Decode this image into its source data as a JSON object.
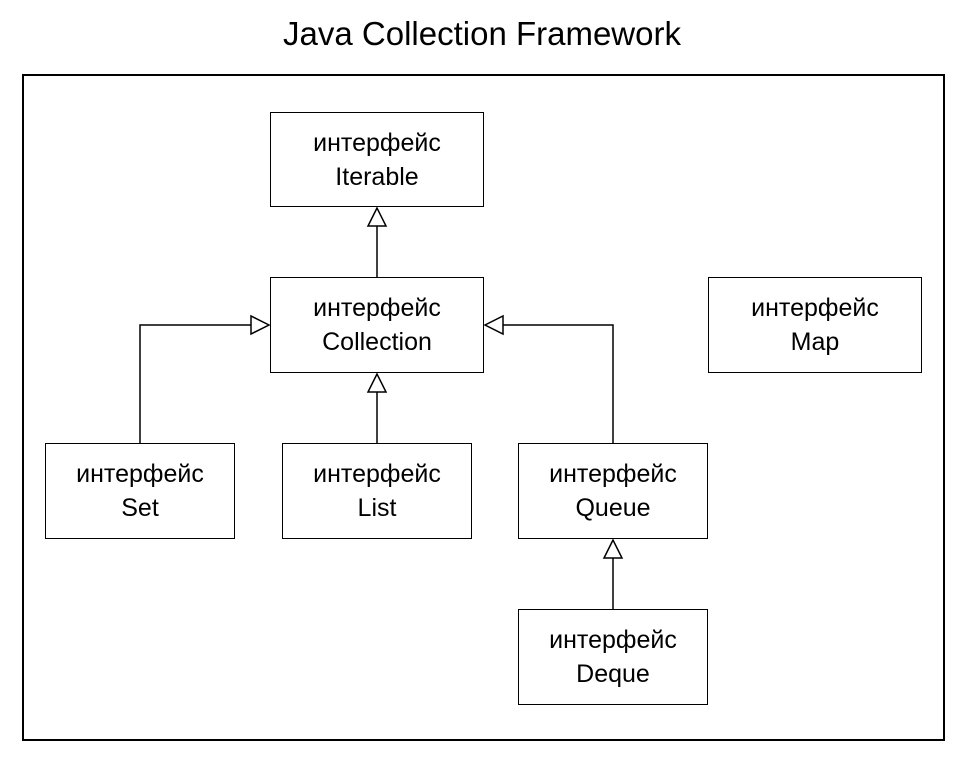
{
  "title": "Java Collection Framework",
  "nodes": {
    "iterable": {
      "kind": "интерфейс",
      "name": "Iterable"
    },
    "collection": {
      "kind": "интерфейс",
      "name": "Collection"
    },
    "map": {
      "kind": "интерфейс",
      "name": "Map"
    },
    "set": {
      "kind": "интерфейс",
      "name": "Set"
    },
    "list": {
      "kind": "интерфейс",
      "name": "List"
    },
    "queue": {
      "kind": "интерфейс",
      "name": "Queue"
    },
    "deque": {
      "kind": "интерфейс",
      "name": "Deque"
    }
  },
  "edges": [
    {
      "from": "collection",
      "to": "iterable",
      "relation": "extends"
    },
    {
      "from": "set",
      "to": "collection",
      "relation": "extends"
    },
    {
      "from": "list",
      "to": "collection",
      "relation": "extends"
    },
    {
      "from": "queue",
      "to": "collection",
      "relation": "extends"
    },
    {
      "from": "deque",
      "to": "queue",
      "relation": "extends"
    }
  ],
  "colors": {
    "stroke": "#000000",
    "background": "#ffffff"
  }
}
